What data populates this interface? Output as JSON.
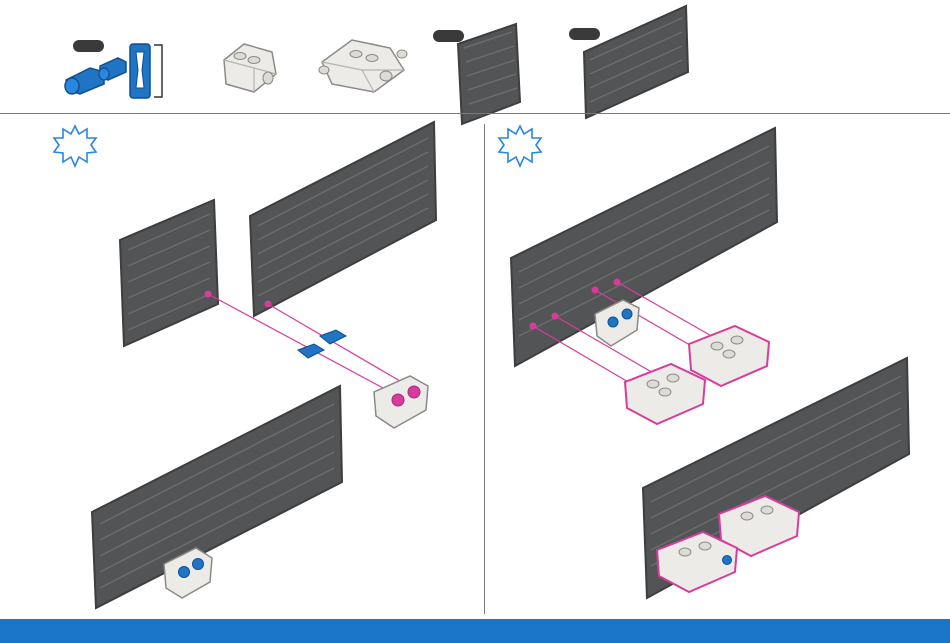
{
  "parts_bar": {
    "items": [
      {
        "id": "blue-connector-pin",
        "quantity": "",
        "icon": "blue-pin-icon"
      },
      {
        "id": "pin-length-gauge",
        "quantity": "",
        "icon": "gauge-bracket-icon"
      },
      {
        "id": "small-white-mount",
        "quantity": "",
        "icon": "small-mount-icon"
      },
      {
        "id": "large-white-mount",
        "quantity": "",
        "icon": "large-mount-icon"
      },
      {
        "id": "square-gray-panel",
        "quantity": "",
        "icon": "square-panel-icon"
      },
      {
        "id": "wide-gray-panel",
        "quantity": "",
        "icon": "wide-panel-icon"
      }
    ]
  },
  "steps": [
    {
      "id": "step-left",
      "badge_icon": "sunburst-badge-icon"
    },
    {
      "id": "step-right",
      "badge_icon": "sunburst-badge-icon"
    }
  ],
  "colors": {
    "panel": "#535455",
    "panel_edge": "#3d3e3f",
    "accent_blue": "#1f74c4",
    "guide_magenta": "#d63c9c",
    "mount_white": "#ecebe7",
    "footer_blue": "#1b75c9",
    "divider": "#7a7a7a"
  }
}
